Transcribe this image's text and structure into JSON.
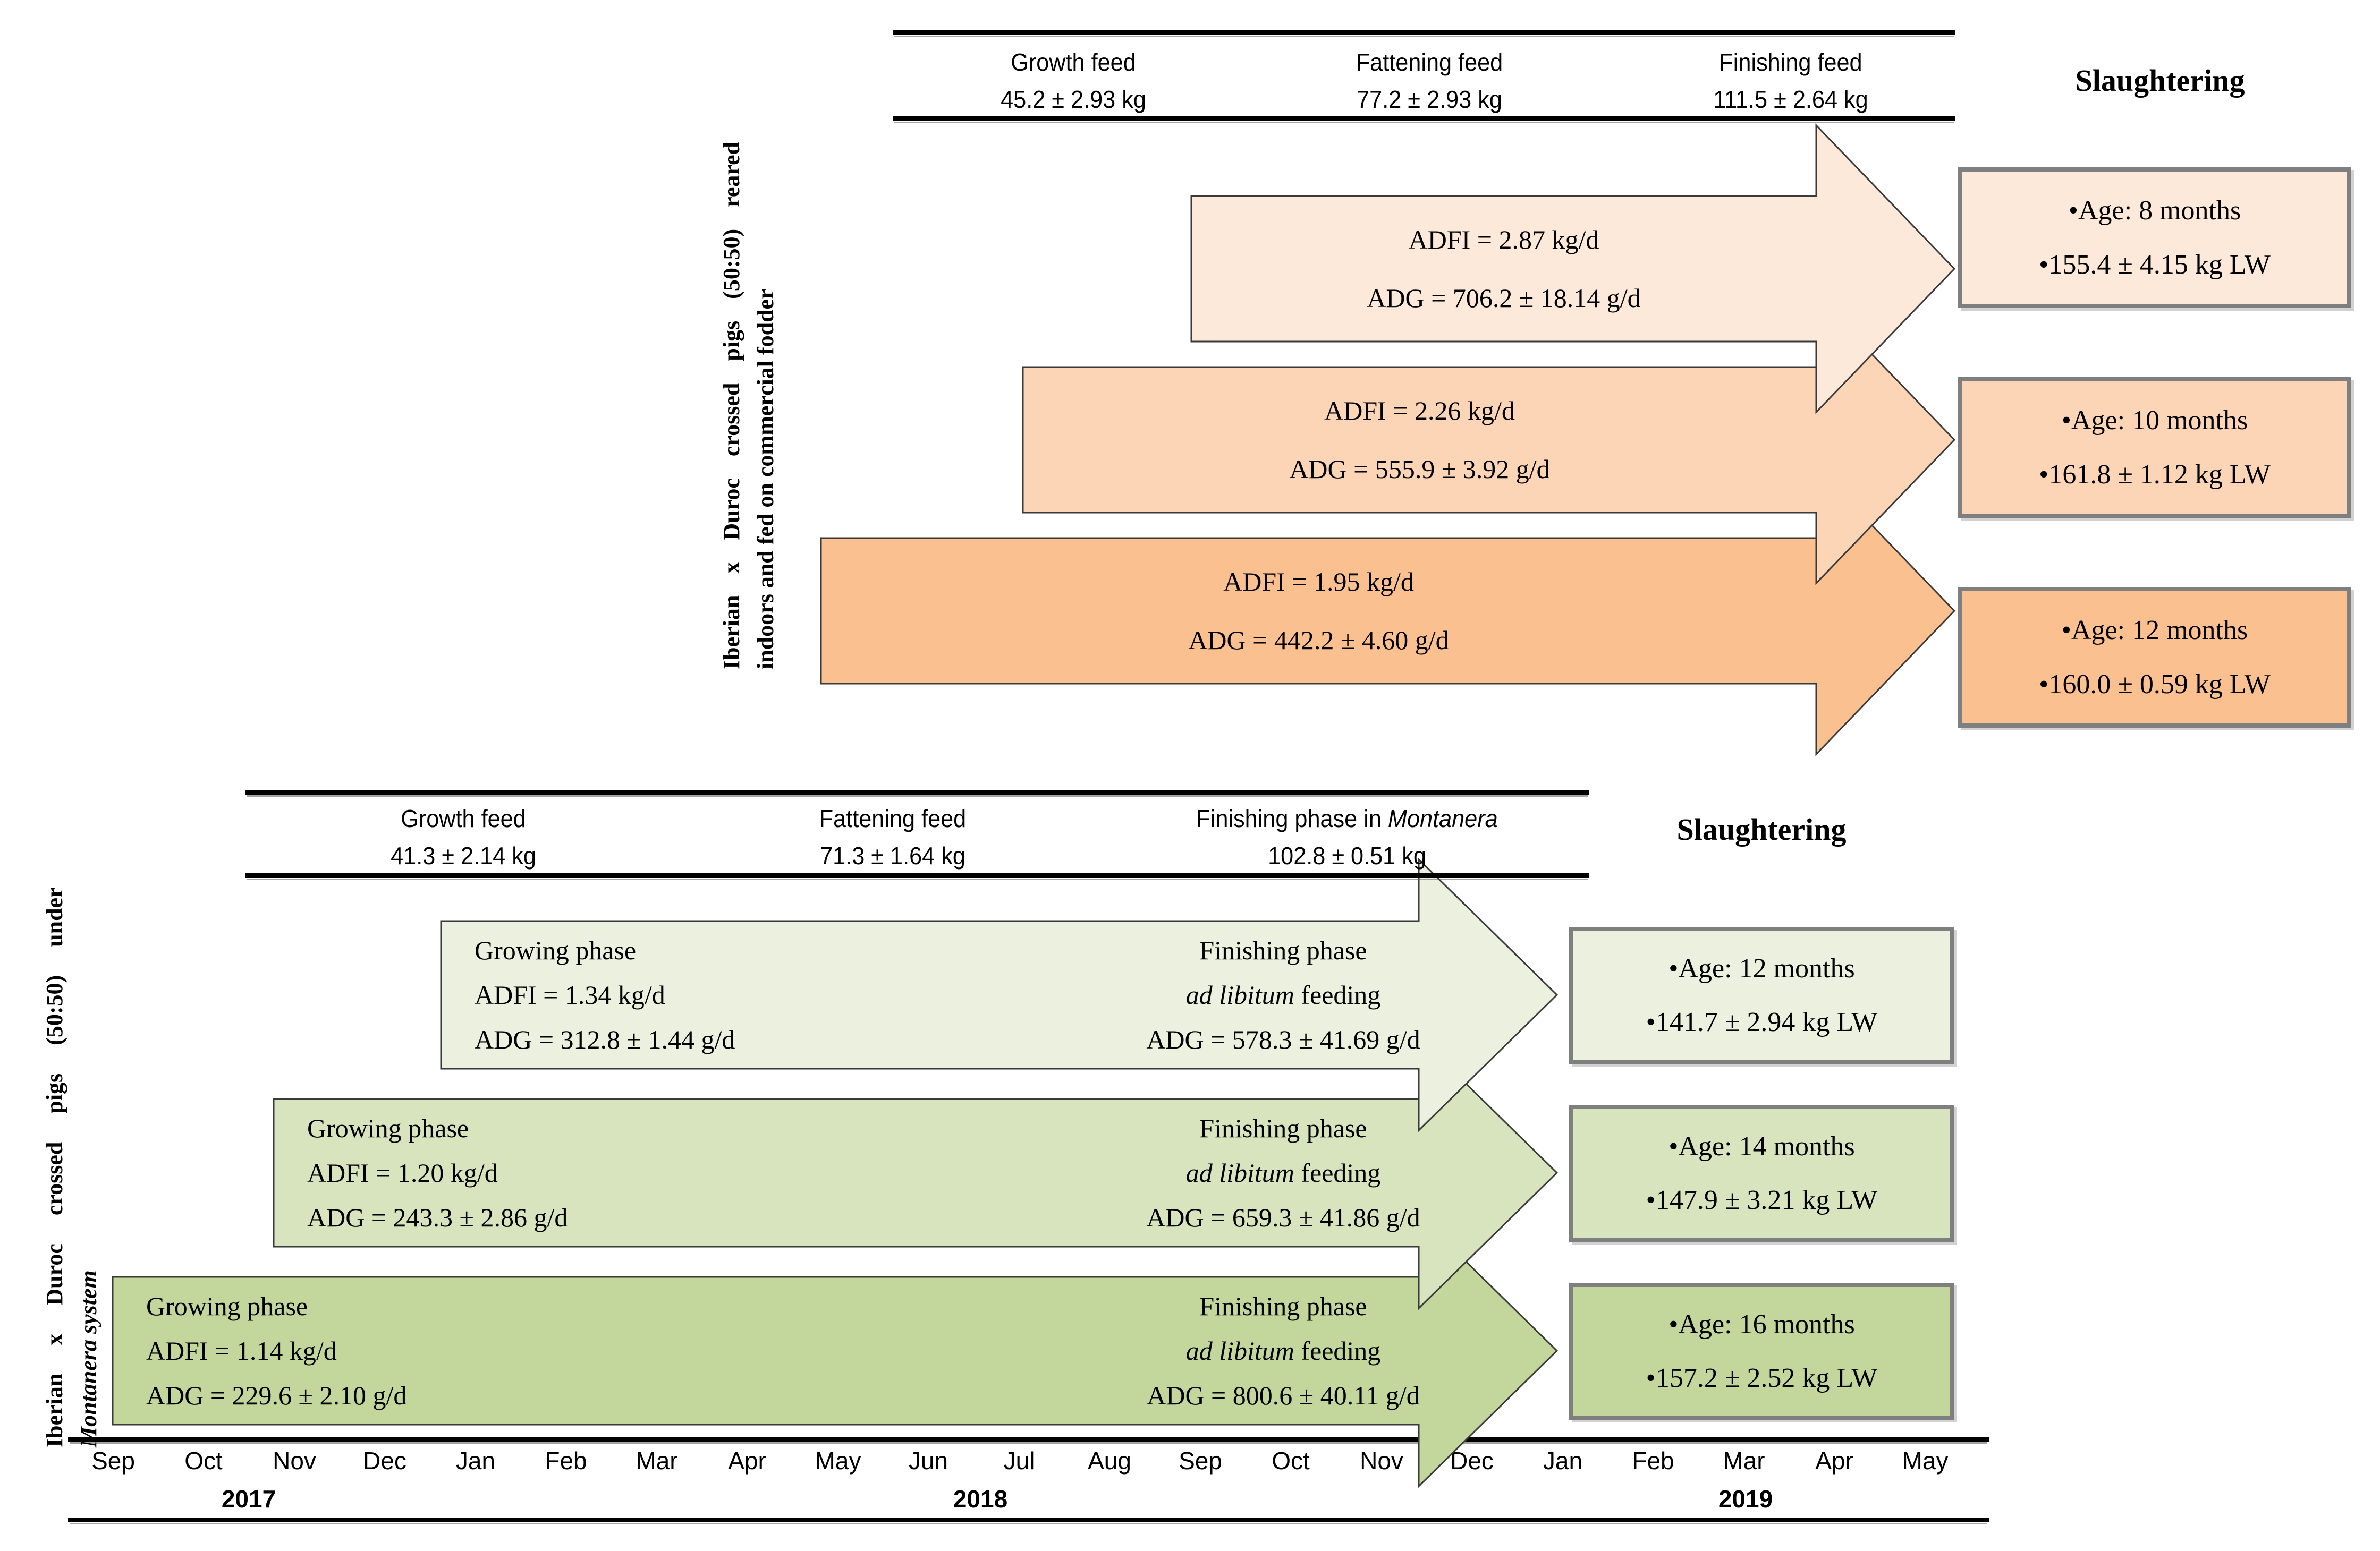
{
  "colors": {
    "top_arrow_fills": [
      "#fde9d9",
      "#fbd5b5",
      "#fac090"
    ],
    "bottom_arrow_fills": [
      "#ebf1de",
      "#d7e4bd",
      "#c3d69b"
    ],
    "arrow_stroke": "#3a3a3a",
    "box_border": "#7f7f7f",
    "rule_color": "#000000"
  },
  "top": {
    "group_label": {
      "line1": "Iberian x Duroc crossed pigs (50:50) reared",
      "line2": "indoors and fed on commercial fodder"
    },
    "feed_table": {
      "columns": [
        {
          "label": "Growth feed",
          "value": "45.2 ± 2.93 kg"
        },
        {
          "label": "Fattening feed",
          "value": "77.2 ± 2.93 kg"
        },
        {
          "label": "Finishing feed",
          "value": "111.5 ± 2.64 kg"
        }
      ]
    },
    "slaughter_title": "Slaughtering",
    "arrows": [
      {
        "adfi": "ADFI = 2.87 kg/d",
        "adg": "ADG = 706.2 ± 18.14 g/d"
      },
      {
        "adfi": "ADFI = 2.26 kg/d",
        "adg": "ADG = 555.9 ± 3.92 g/d"
      },
      {
        "adfi": "ADFI = 1.95 kg/d",
        "adg": "ADG = 442.2 ± 4.60 g/d"
      }
    ],
    "boxes": [
      {
        "age": "•Age: 8 months",
        "weight": "•155.4 ± 4.15 kg LW"
      },
      {
        "age": "•Age: 10 months",
        "weight": "•161.8 ± 1.12 kg LW"
      },
      {
        "age": "•Age: 12 months",
        "weight": "•160.0 ± 0.59 kg LW"
      }
    ]
  },
  "bottom": {
    "group_label": {
      "line1": "Iberian x Duroc crossed pigs (50:50) under",
      "line2_italic": "Montanera system"
    },
    "feed_table": {
      "columns": [
        {
          "label": "Growth feed",
          "value": "41.3 ± 2.14 kg"
        },
        {
          "label": "Fattening feed",
          "value": "71.3 ± 1.64 kg"
        },
        {
          "label": "Finishing phase in ",
          "label_italic": "Montanera",
          "value": "102.8 ± 0.51 kg"
        }
      ]
    },
    "slaughter_title": "Slaughtering",
    "arrows": [
      {
        "growing": "Growing phase",
        "adfi": "ADFI = 1.34 kg/d",
        "adg": "ADG = 312.8 ± 1.44 g/d",
        "finishing": "Finishing phase",
        "adlib_italic": "ad libitum",
        "adlib_rest": " feeding",
        "fin_adg": "ADG = 578.3 ± 41.69 g/d"
      },
      {
        "growing": "Growing phase",
        "adfi": "ADFI = 1.20 kg/d",
        "adg": "ADG = 243.3 ± 2.86 g/d",
        "finishing": "Finishing phase",
        "adlib_italic": "ad libitum",
        "adlib_rest": " feeding",
        "fin_adg": "ADG = 659.3 ± 41.86 g/d"
      },
      {
        "growing": "Growing phase",
        "adfi": "ADFI = 1.14 kg/d",
        "adg": "ADG = 229.6 ± 2.10 g/d",
        "finishing": "Finishing phase",
        "adlib_italic": "ad libitum",
        "adlib_rest": " feeding",
        "fin_adg": "ADG = 800.6 ± 40.11 g/d"
      }
    ],
    "boxes": [
      {
        "age": "•Age: 12 months",
        "weight": "•141.7 ± 2.94 kg LW"
      },
      {
        "age": "•Age: 14 months",
        "weight": "•147.9 ± 3.21 kg LW"
      },
      {
        "age": "•Age: 16 months",
        "weight": "•157.2 ± 2.52 kg LW"
      }
    ]
  },
  "timeline": {
    "months": [
      "Sep",
      "Oct",
      "Nov",
      "Dec",
      "Jan",
      "Feb",
      "Mar",
      "Apr",
      "May",
      "Jun",
      "Jul",
      "Aug",
      "Sep",
      "Oct",
      "Nov",
      "Dec",
      "Jan",
      "Feb",
      "Mar",
      "Apr",
      "May"
    ],
    "years": [
      "2017",
      "2018",
      "2019"
    ]
  }
}
